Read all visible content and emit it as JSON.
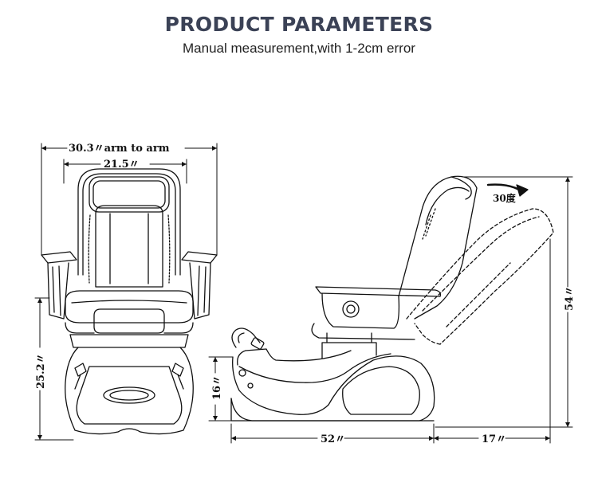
{
  "header": {
    "title": "PRODUCT PARAMETERS",
    "subtitle": "Manual measurement,with 1-2cm error"
  },
  "dimensions": {
    "arm_to_arm": "30.3〃arm to arm",
    "seat_width": "21.5〃",
    "height_front": "25.2〃",
    "basin_height": "16〃",
    "length_base": "52〃",
    "length_recline": "17〃",
    "total_height": "54〃",
    "recline_angle": "30度"
  },
  "colors": {
    "title": "#3b4256",
    "line": "#111111"
  }
}
